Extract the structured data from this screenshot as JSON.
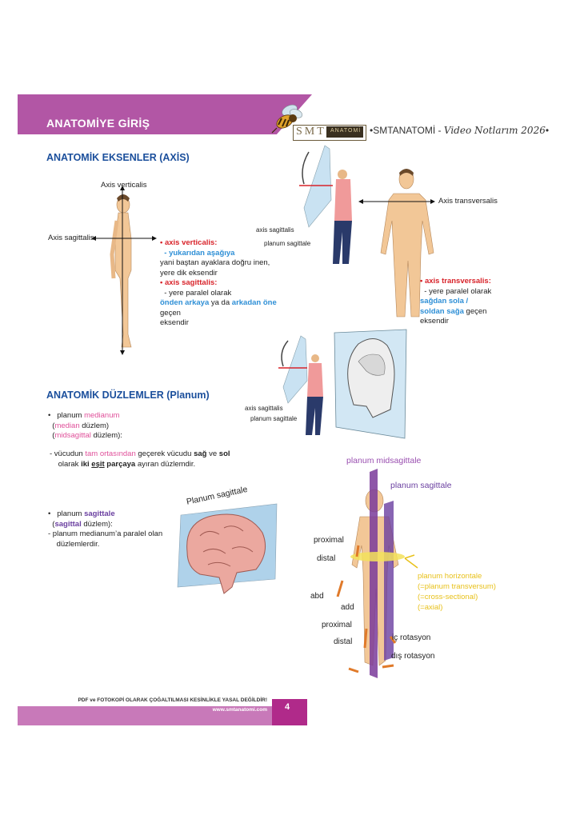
{
  "header": {
    "section_title": "ANATOMİYE GİRİŞ",
    "logo_smt": "SMT",
    "logo_anatomi": "ANATOMİ",
    "brand_prefix": "•SMTANATOMİ - ",
    "brand_script": "Video Notlarım 2026",
    "brand_suffix": "•"
  },
  "axes": {
    "title": "ANATOMİK EKSENLER (AXİS)",
    "label_vertical": "Axis verticalis",
    "label_sagittal": "Axis sagittalis",
    "label_transversal": "Axis transversalis",
    "fig_axis_sagittalis": "axis sagittalis",
    "fig_planum_sagittale": "planum sagittale",
    "vertical_title": "• axis verticalis:",
    "vertical_dir": "- yukarıdan aşağıya",
    "vertical_desc1": "yani baştan ayaklara doğru inen,",
    "vertical_desc2": "yere dik eksendir",
    "sagittal_title": "• axis sagittalis:",
    "sagittal_desc1": "- yere paralel olarak",
    "sagittal_front": "önden arkaya",
    "sagittal_mid": " ya da ",
    "sagittal_back": "arkadan öne",
    "sagittal_tail": " geçen",
    "sagittal_end": "eksendir",
    "trans_title": "• axis transversalis:",
    "trans_desc1": "- yere paralel olarak",
    "trans_dir1": "sağdan sola /",
    "trans_dir2": "soldan sağa",
    "trans_tail": " geçen",
    "trans_end": "eksendir"
  },
  "planes": {
    "title": "ANATOMİK DÜZLEMLER (Planum)",
    "fig_axis_sagittalis": "axis sagittalis",
    "fig_planum_sagittale": "planum sagittale",
    "median_bullet": "• ",
    "median_prefix": "planum ",
    "median_word": "medianum",
    "median2_open": "(",
    "median2_word": "median",
    "median2_tail": " düzlem)",
    "midsag_open": "(",
    "midsag_word": "midsagittal",
    "midsag_tail": " düzlem):",
    "median_desc_dash": "-  vücudun ",
    "median_desc_mid": "tam ortasından",
    "median_desc_a": " geçerek vücudu ",
    "median_desc_sag": "sağ",
    "median_desc_ve": " ve ",
    "median_desc_sol": "sol",
    "median_desc2_a": "olarak ",
    "median_desc2_iki": "iki",
    "median_desc2_esit": "eşit",
    "median_desc2_parca": "parçaya",
    "median_desc2_b": " ayıran düzlemdir.",
    "sag_bullet": "• ",
    "sag_prefix": "planum ",
    "sag_word": "sagittale",
    "sag2_open": "(",
    "sag2_word": "sagittal",
    "sag2_tail": " düzlem):",
    "sag_desc1": "- planum medianum’a paralel olan",
    "sag_desc2": "düzlemlerdir.",
    "brain_label": "Planum sagittale",
    "fig_midsagittale": "planum midsagittale",
    "fig_sagittale": "planum sagittale",
    "proximal_top": "proximal",
    "distal_top": "distal",
    "abd": "abd",
    "add": "add",
    "proximal_bottom": "proximal",
    "distal_bottom": "distal",
    "ic_rotasyon": "iç rotasyon",
    "dis_rotasyon": "dış rotasyon",
    "horizontale": "planum horizontale",
    "transversum": "(=planum transversum)",
    "cross": "(=cross-sectional)",
    "axial": "(=axial)"
  },
  "footer": {
    "notice": "PDF ve FOTOKOPİ OLARAK ÇOĞALTILMASI KESİNLİKLE YASAL DEĞİLDİR!",
    "url": "www.smtanatomi.com",
    "page": "4"
  },
  "colors": {
    "banner": "#b256a5",
    "section_title": "#1b4f9c",
    "red": "#d8232a",
    "blue": "#2e8fd6",
    "pink": "#e0509a",
    "purple": "#6a3fa0",
    "yellow": "#e8c11a",
    "footer": "#c879b9",
    "footer_page": "#b02a8a"
  },
  "icons": [
    "bee-logo-icon",
    "arrow-icon"
  ]
}
